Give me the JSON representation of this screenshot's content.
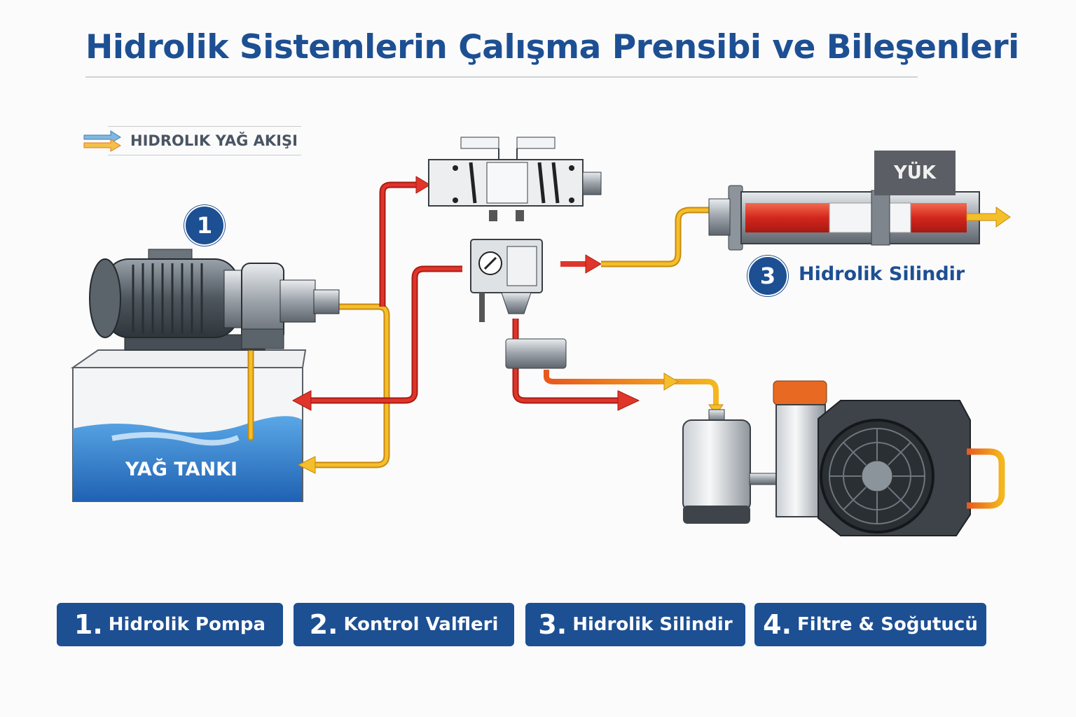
{
  "title": "Hidrolik Sistemlerin Çalışma Prensibi ve Bileşenleri",
  "legend": {
    "label": "HIDROLIK YAĞ AKIŞI"
  },
  "diagram": {
    "pump_badge": "1",
    "cylinder_badge": "3",
    "cylinder_label": "Hidrolik Silindir",
    "load_label": "YÜK",
    "tank_label": "YAĞ TANKI"
  },
  "components": [
    {
      "num": "1.",
      "label": "Hidrolik Pompa"
    },
    {
      "num": "2.",
      "label": "Kontrol Valfleri"
    },
    {
      "num": "3.",
      "label": "Hidrolik Silindir"
    },
    {
      "num": "4.",
      "label": "Filtre & Soğutucü"
    }
  ],
  "colors": {
    "brand": "#1d4f93",
    "pressure": "#d42a24",
    "return": "#f2b321",
    "oil": "#2d7fcf"
  }
}
